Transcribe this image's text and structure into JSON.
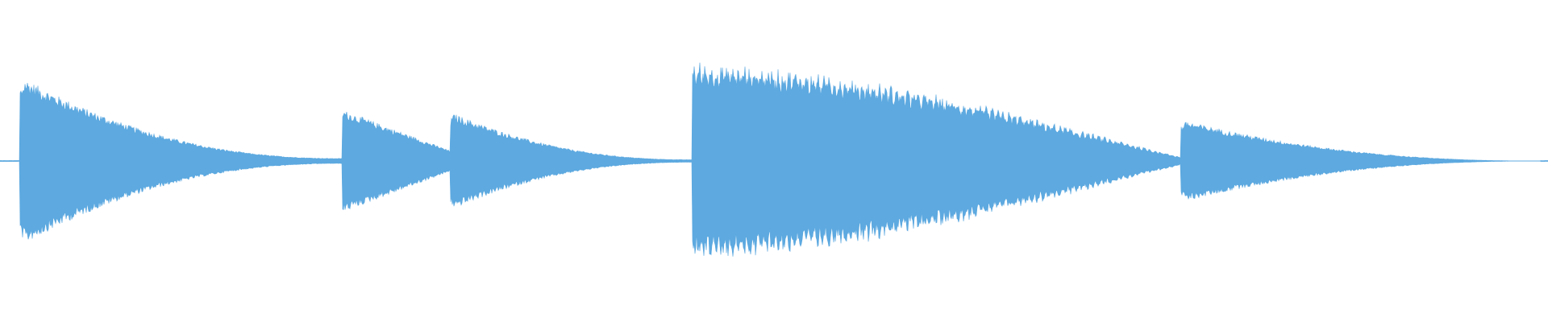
{
  "waveform": {
    "color": "#5DA9E0",
    "background": "#FFFFFF",
    "duration_fraction_shown": 1.0,
    "segments": [
      {
        "start": 0.013,
        "end": 0.221,
        "peak": 0.66,
        "end_level": 0.02,
        "decay": "exponential"
      },
      {
        "start": 0.221,
        "end": 0.291,
        "peak": 0.4,
        "end_level": 0.08,
        "decay": "linear"
      },
      {
        "start": 0.291,
        "end": 0.447,
        "peak": 0.38,
        "end_level": 0.01,
        "decay": "exponential"
      },
      {
        "start": 0.447,
        "end": 0.763,
        "peak": 0.78,
        "end_level": 0.03,
        "decay": "rounded",
        "tremolo": true
      },
      {
        "start": 0.763,
        "end": 0.995,
        "peak": 0.32,
        "end_level": 0.0,
        "decay": "exponential"
      }
    ]
  }
}
